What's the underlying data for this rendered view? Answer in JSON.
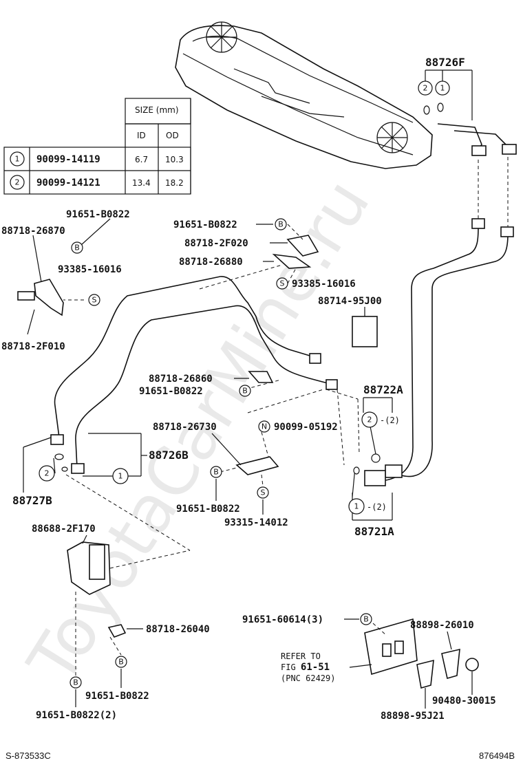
{
  "watermark": "ToyotaCarMine.ru",
  "size_table": {
    "header": "SIZE (mm)",
    "col_id": "ID",
    "col_od": "OD",
    "rows": [
      {
        "mark": "1",
        "part": "90099-14119",
        "id": "6.7",
        "od": "10.3"
      },
      {
        "mark": "2",
        "part": "90099-14121",
        "id": "13.4",
        "od": "18.2"
      }
    ]
  },
  "labels": {
    "p88726F": "88726F",
    "p91651B0822_a": "91651-B0822",
    "p88718_26870": "88718-26870",
    "p93385_16016_a": "93385-16016",
    "p88718_2F010": "88718-2F010",
    "p91651B0822_b": "91651-B0822",
    "p88718_2F020": "88718-2F020",
    "p88718_26880": "88718-26880",
    "p93385_16016_b": "93385-16016",
    "p88714_95J00": "88714-95J00",
    "p88718_26860": "88718-26860",
    "p91651B0822_c": "91651-B0822",
    "p88722A": "88722A",
    "p88718_26730": "88718-26730",
    "p90099_05192": "90099-05192",
    "p88726B": "88726B",
    "p88727B": "88727B",
    "p91651B0822_d": "91651-B0822",
    "p93315_14012": "93315-14012",
    "p88721A": "88721A",
    "p88688_2F170": "88688-2F170",
    "p88718_26040": "88718-26040",
    "p91651_60614": "91651-60614(3)",
    "p88898_26010": "88898-26010",
    "refer_line1": "REFER TO",
    "refer_line2_prefix": "FIG ",
    "refer_line2_fig": "61-51",
    "refer_line3": "(PNC 62429)",
    "p90480_30015": "90480-30015",
    "p88898_95J21": "88898-95J21",
    "p91651B0822_e": "91651-B0822",
    "p91651B0822_2": "91651-B0822(2)",
    "qty2_a": "-(2)",
    "qty2_b": "-(2)"
  },
  "markers": {
    "B": "B",
    "S": "S",
    "N": "N",
    "one": "1",
    "two": "2"
  },
  "footer": {
    "left": "S-873533C",
    "right": "876494B"
  }
}
